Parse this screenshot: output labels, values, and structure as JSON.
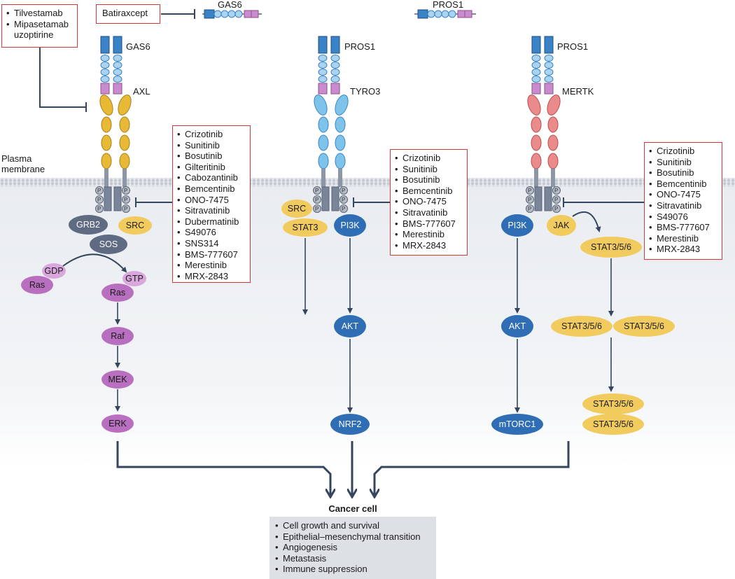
{
  "labels": {
    "batiraxcept": "Batiraxcept",
    "gas6_top": "GAS6",
    "pros1_top": "PROS1",
    "gas6_ligand": "GAS6",
    "pros1_ligand_1": "PROS1",
    "pros1_ligand_2": "PROS1",
    "axl": "AXL",
    "tyro3": "TYRO3",
    "mertk": "MERTK",
    "plasma_membrane": "Plasma membrane",
    "cancer_cell": "Cancer cell"
  },
  "antibody_box": {
    "items": [
      "Tilvestamab",
      "Mipasetamab uzoptirine"
    ]
  },
  "axl_inhibitors": {
    "items": [
      "Crizotinib",
      "Sunitinib",
      "Bosutinib",
      "Gilteritinib",
      "Cabozantinib",
      "Bemcentinib",
      "ONO-7475",
      "Sitravatinib",
      "Dubermatinib",
      "S49076",
      "SNS314",
      "BMS-777607",
      "Merestinib",
      "MRX-2843"
    ]
  },
  "tyro3_inhibitors": {
    "items": [
      "Crizotinib",
      "Sunitinib",
      "Bosutinib",
      "Bemcentinib",
      "ONO-7475",
      "Sitravatinib",
      "BMS-777607",
      "Merestinib",
      "MRX-2843"
    ]
  },
  "mertk_inhibitors": {
    "items": [
      "Crizotinib",
      "Sunitinib",
      "Bosutinib",
      "Bemcentinib",
      "ONO-7475",
      "Sitravatinib",
      "S49076",
      "BMS-777607",
      "Merestinib",
      "MRX-2843"
    ]
  },
  "phospho": "P",
  "nodes": {
    "grb2": "GRB2",
    "sos": "SOS",
    "gdp": "GDP",
    "ras1": "Ras",
    "gtp": "GTP",
    "ras2": "Ras",
    "raf": "Raf",
    "mek": "MEK",
    "erk": "ERK",
    "src_axl": "SRC",
    "src_tyro3": "SRC",
    "stat3": "STAT3",
    "pi3k_tyro3": "PI3K",
    "akt_tyro3": "AKT",
    "nrf2": "NRF2",
    "pi3k_mertk": "PI3K",
    "jak": "JAK",
    "akt_mertk": "AKT",
    "mtorc1": "mTORC1",
    "stat356_a": "STAT3/5/6",
    "stat356_b": "STAT3/5/6",
    "stat356_c": "STAT3/5/6",
    "stat356_d": "STAT3/5/6",
    "stat356_e": "STAT3/5/6"
  },
  "outcomes": {
    "items": [
      "Cell growth and survival",
      "Epithelial–mesenchymal transition",
      "Angiogenesis",
      "Metastasis",
      "Immune suppression"
    ]
  },
  "colors": {
    "axl_receptor": "#e8b935",
    "tyro3_receptor": "#7ec4ea",
    "mertk_receptor": "#ea8a8a",
    "ligand_blue": "#3a83c7",
    "ligand_pink": "#c98bcd",
    "mapk_purple": "#b96fc0",
    "pi3k_blue": "#2f6eb5",
    "stat_yellow": "#f2cb5e",
    "adaptor_grey": "#5e6b82",
    "inhibitor_box_border": "#d03a3a",
    "cytoplasm": "#eef0f3",
    "outcome_box": "#dde1e6"
  }
}
